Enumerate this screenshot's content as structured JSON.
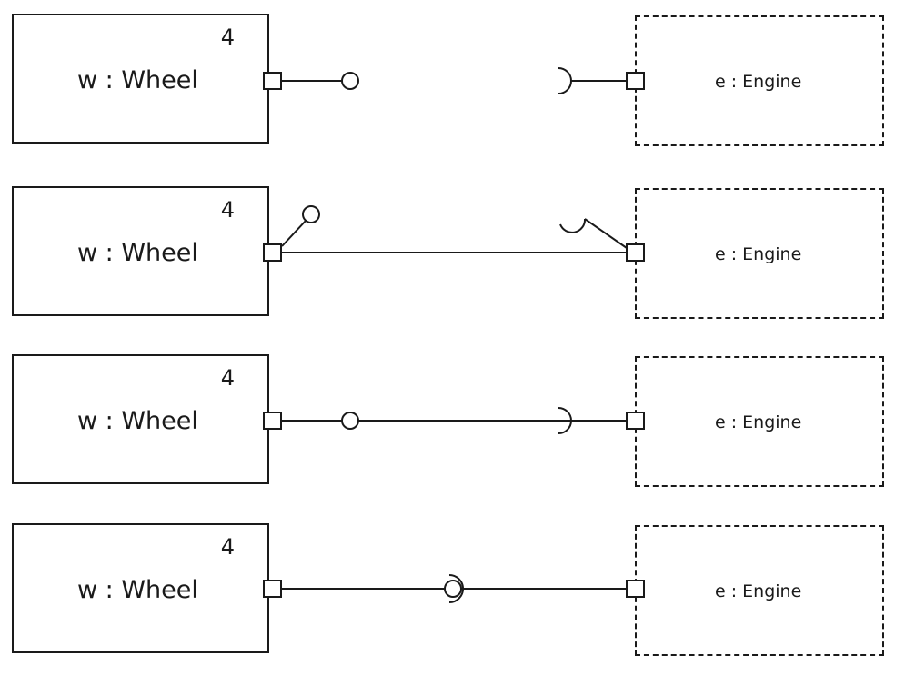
{
  "diagram": {
    "rows": [
      {
        "part_label": "w : Wheel",
        "multiplicity": "4",
        "engine_label": "e : Engine",
        "style": "separate"
      },
      {
        "part_label": "w : Wheel",
        "multiplicity": "4",
        "engine_label": "e : Engine",
        "style": "angled-connector"
      },
      {
        "part_label": "w : Wheel",
        "multiplicity": "4",
        "engine_label": "e : Engine",
        "style": "inline-connector"
      },
      {
        "part_label": "w : Wheel",
        "multiplicity": "4",
        "engine_label": "e : Engine",
        "style": "ball-and-socket"
      }
    ]
  }
}
